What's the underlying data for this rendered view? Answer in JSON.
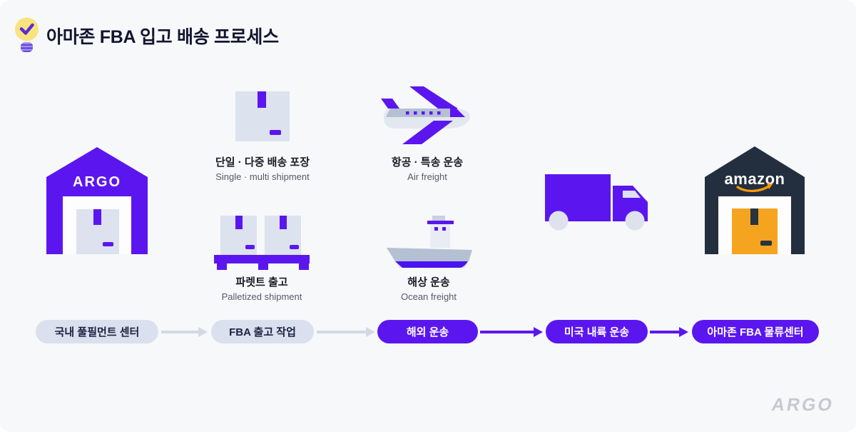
{
  "colors": {
    "background": "#F7F8FA",
    "brand_purple": "#5B16F0",
    "amazon_navy": "#232F3E",
    "amazon_box_orange": "#F5A41F",
    "amazon_smile_orange": "#FF9900",
    "pill_gray": "#DAE0ED",
    "arrow_gray": "#D2D9E5",
    "box_gray": "#DCE2EE",
    "steel_blue": "#B5C0D3"
  },
  "header": {
    "title": "아마존 FBA 입고 배송 프로세스"
  },
  "stations": {
    "packing": {
      "ko": "단일 · 다중 배송 포장",
      "en": "Single · multi shipment"
    },
    "air": {
      "ko": "항공 · 특송 운송",
      "en": "Air freight"
    },
    "pallet": {
      "ko": "파렛트 출고",
      "en": "Palletized shipment"
    },
    "ocean": {
      "ko": "해상 운송",
      "en": "Ocean freight"
    }
  },
  "brands": {
    "argo_warehouse": "ARGO",
    "amazon_warehouse": "amazon",
    "footer_logo": "ARGO"
  },
  "process": {
    "steps": [
      {
        "label": "국내 풀필먼트 센터",
        "style": "gray"
      },
      {
        "label": "FBA 출고 작업",
        "style": "gray"
      },
      {
        "label": "해외 운송",
        "style": "purple"
      },
      {
        "label": "미국 내륙 운송",
        "style": "purple"
      },
      {
        "label": "아마존 FBA 물류센터",
        "style": "purple"
      }
    ],
    "arrows": [
      "gray",
      "gray",
      "purple",
      "purple"
    ]
  }
}
